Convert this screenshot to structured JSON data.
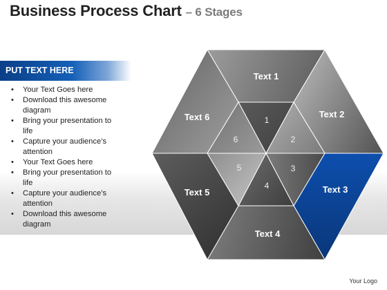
{
  "title": {
    "main": "Business Process Chart",
    "sub": "– 6 Stages"
  },
  "panel": {
    "header": "PUT TEXT HERE",
    "bullets": [
      "Your Text Goes here",
      "Download this awesome diagram",
      "Bring your presentation to life",
      "Capture your audience’s attention",
      "Your Text Goes here",
      "Bring your presentation to life",
      "Capture your audience’s attention",
      "Download this awesome diagram"
    ]
  },
  "diagram": {
    "outer_labels": [
      "Text 1",
      "Text 2",
      "Text 3",
      "Text 4",
      "Text 5",
      "Text 6"
    ],
    "inner_labels": [
      "1",
      "2",
      "3",
      "4",
      "5",
      "6"
    ],
    "highlight_index": 2,
    "colors": {
      "highlight": "#0b4aa8",
      "gray_dark": "#5e5e5e",
      "gray_light": "#b2b2b2"
    }
  },
  "footer": {
    "logo": "Your Logo"
  }
}
